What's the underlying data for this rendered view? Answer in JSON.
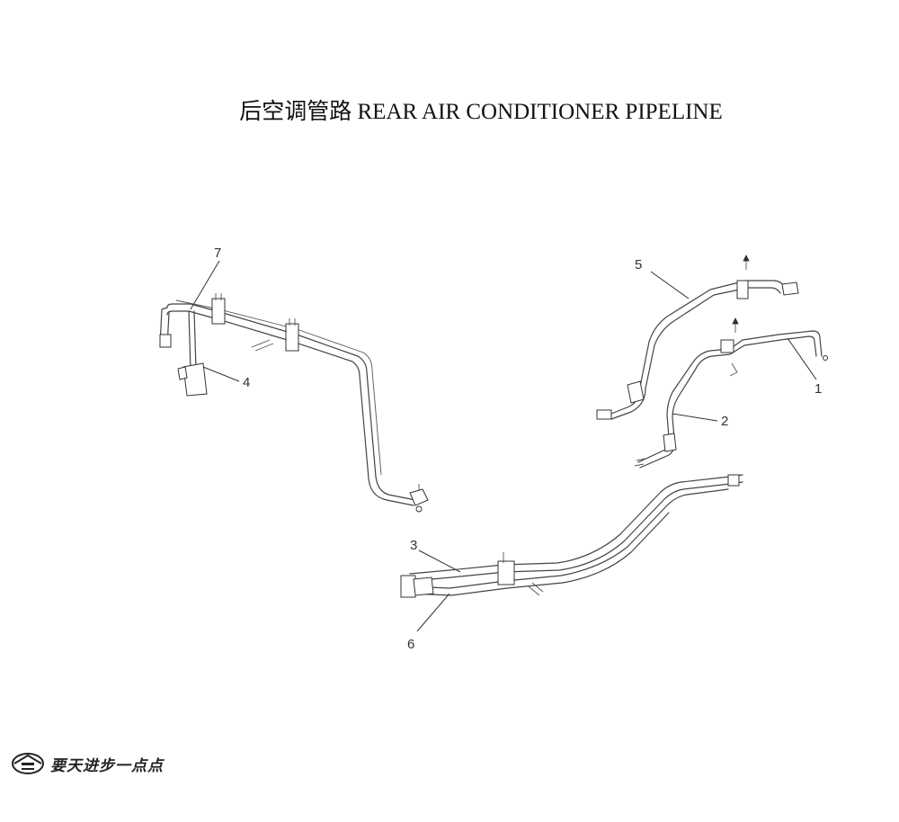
{
  "title": "后空调管路 REAR AIR CONDITIONER PIPELINE",
  "callouts": [
    "7",
    "4",
    "5",
    "1",
    "2",
    "3",
    "6"
  ],
  "brand": "要天进步一点点",
  "colors": {
    "line": "#444444",
    "background": "#ffffff"
  },
  "icons": [
    "brand-logo-icon"
  ]
}
